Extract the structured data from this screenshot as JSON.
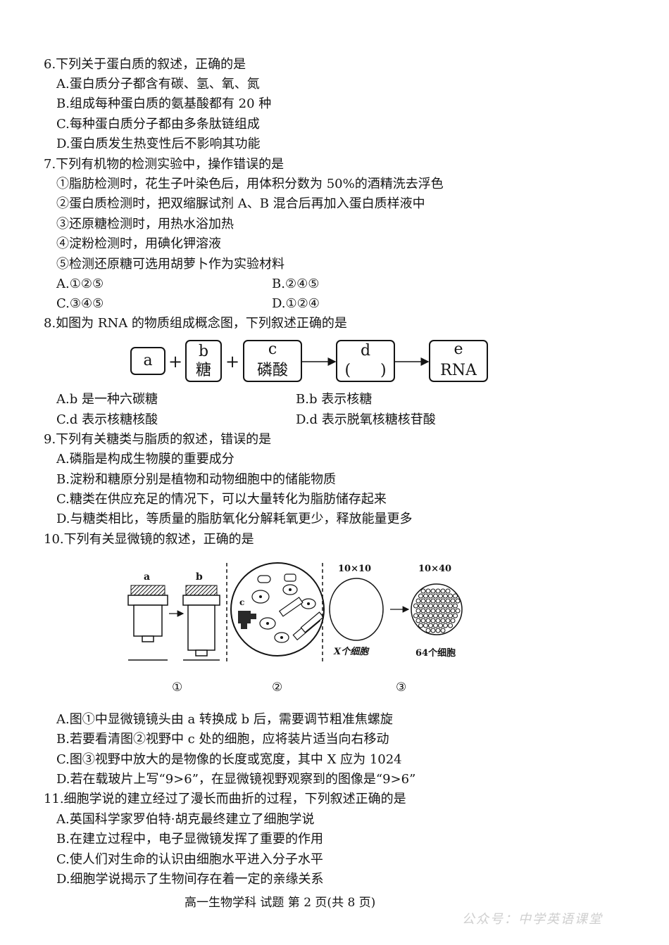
{
  "q6": {
    "stem": "6.下列关于蛋白质的叙述，正确的是",
    "A": "A.蛋白质分子都含有碳、氢、氧、氮",
    "B": "B.组成每种蛋白质的氨基酸都有 20 种",
    "C": "C.每种蛋白质分子都由多条肽链组成",
    "D": "D.蛋白质发生热变性后不影响其功能"
  },
  "q7": {
    "stem": "7.下列有机物的检测实验中，操作错误的是",
    "items": [
      "①脂肪检测时，花生子叶染色后，用体积分数为 50%的酒精洗去浮色",
      "②蛋白质检测时，把双缩脲试剂 A、B 混合后再加入蛋白质样液中",
      "③还原糖检测时，用热水浴加热",
      "④淀粉检测时，用碘化钾溶液",
      "⑤检测还原糖可选用胡萝卜作为实验材料"
    ],
    "A": "A.①②⑤",
    "B": "B.②④⑤",
    "C": "C.③④⑤",
    "D": "D.①②④"
  },
  "q8": {
    "stem": "8.如图为 RNA 的物质组成概念图，下列叙述正确的是",
    "diagram": {
      "a": "a",
      "b": "b",
      "b_text": "糖",
      "c": "c",
      "c_text": "磷酸",
      "d": "d",
      "d_text": "(      )",
      "e": "e",
      "e_text": "RNA",
      "plus": "+"
    },
    "A": "A.b 是一种六碳糖",
    "B": "B.b 表示核糖",
    "C": "C.d 表示核糖核酸",
    "D": "D.d 表示脱氧核糖核苷酸"
  },
  "q9": {
    "stem": "9.下列有关糖类与脂质的叙述，错误的是",
    "A": "A.磷脂是构成生物膜的重要成分",
    "B": "B.淀粉和糖原分别是植物和动物细胞中的储能物质",
    "C": "C.糖类在供应充足的情况下，可以大量转化为脂肪储存起来",
    "D": "D.与糖类相比，等质量的脂肪氧化分解耗氧更少，释放能量更多"
  },
  "q10": {
    "stem": "10.下列有关显微镜的叙述，正确的是",
    "figure": {
      "lens_a": "a",
      "lens_b": "b",
      "cell_c": "c",
      "mag_low": "10×10",
      "mag_high": "10×40",
      "label_low": "X个细胞",
      "label_high": "64个细胞",
      "fig1": "①",
      "fig2": "②",
      "fig3": "③"
    },
    "A": "A.图①中显微镜镜头由 a 转换成 b 后，需要调节粗准焦螺旋",
    "B": "B.若要看清图②视野中 c 处的细胞，应将装片适当向右移动",
    "C": "C.图③视野中放大的是物像的长度或宽度，其中 X 应为 1024",
    "D": "D.若在载玻片上写“9>6”，在显微镜视野观察到的图像是“9>6”"
  },
  "q11": {
    "stem": "11.细胞学说的建立经过了漫长而曲折的过程，下列叙述正确的是",
    "A": "A.英国科学家罗伯特·胡克最终建立了细胞学说",
    "B": "B.在建立过程中，电子显微镜发挥了重要的作用",
    "C": "C.使人们对生命的认识由细胞水平进入分子水平",
    "D": "D.细胞学说揭示了生物间存在着一定的亲缘关系"
  },
  "footer": "高一生物学科 试题 第 2 页(共 8 页)",
  "watermark": "公众号：中学英语课堂"
}
